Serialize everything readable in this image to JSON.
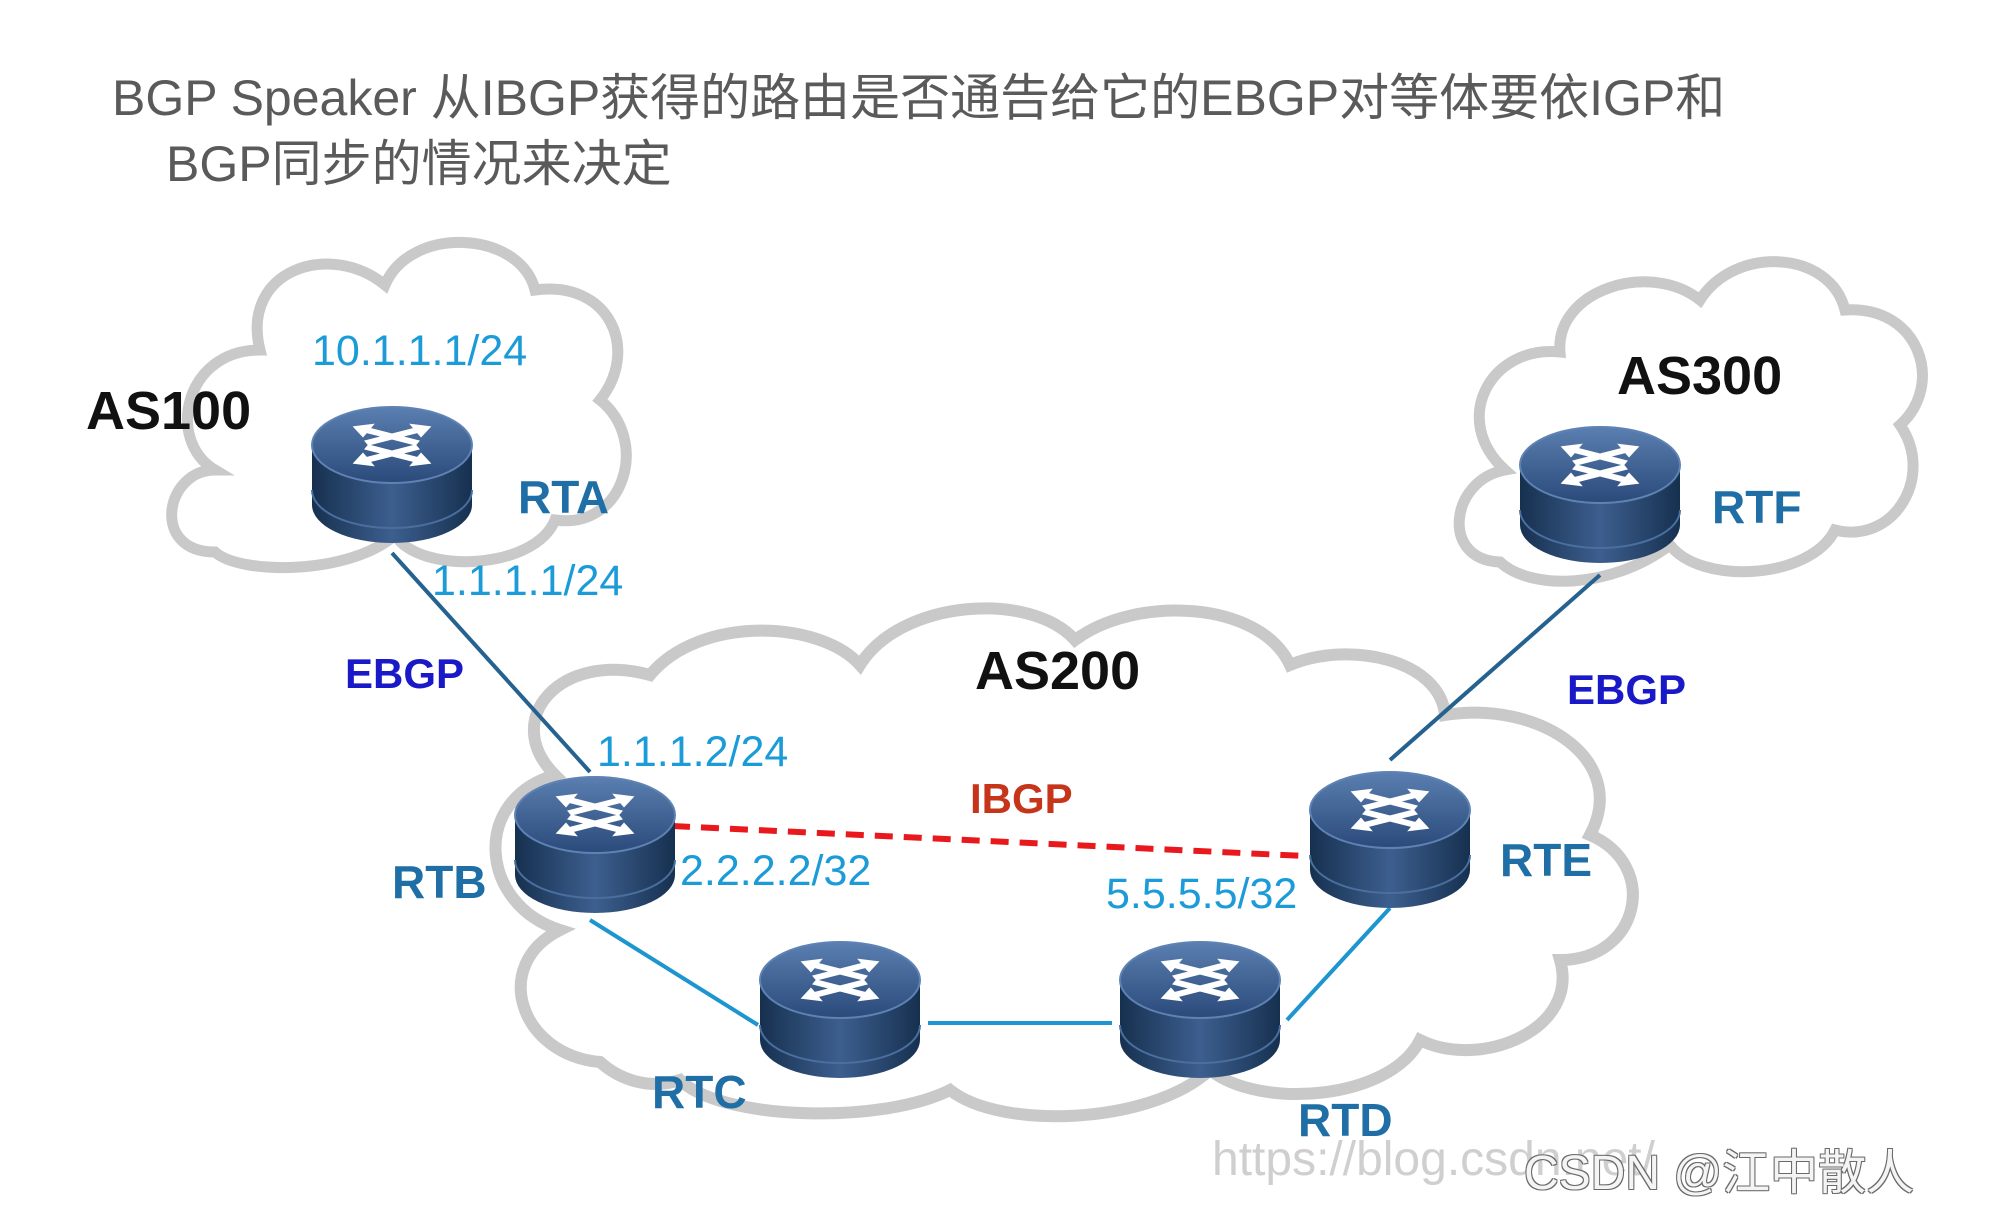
{
  "title": {
    "line1": "BGP Speaker 从IBGP获得的路由是否通告给它的EBGP对等体要依IGP和",
    "line2": "BGP同步的情况来决定"
  },
  "as_labels": {
    "as100": "AS100",
    "as200": "AS200",
    "as300": "AS300"
  },
  "routers": {
    "rta": "RTA",
    "rtb": "RTB",
    "rtc": "RTC",
    "rtd": "RTD",
    "rte": "RTE",
    "rtf": "RTF"
  },
  "ips": {
    "rta_lan": "10.1.1.1/24",
    "rta_link": "1.1.1.1/24",
    "rtb_link": "1.1.1.2/24",
    "rtb_loopback": "2.2.2.2/32",
    "rte_loopback": "5.5.5.5/32"
  },
  "sessions": {
    "ebgp_left": "EBGP",
    "ebgp_right": "EBGP",
    "ibgp": "IBGP"
  },
  "watermark": {
    "url": "https://blog.csdn.net/",
    "csdn": "CSDN @江中散人"
  },
  "colors": {
    "router_body": "#2d4f7e",
    "link_blue": "#1d95cf",
    "ebgp_link": "#25628f",
    "ibgp_dashed": "#e8181d",
    "cloud_outline": "#c9c9c9"
  }
}
